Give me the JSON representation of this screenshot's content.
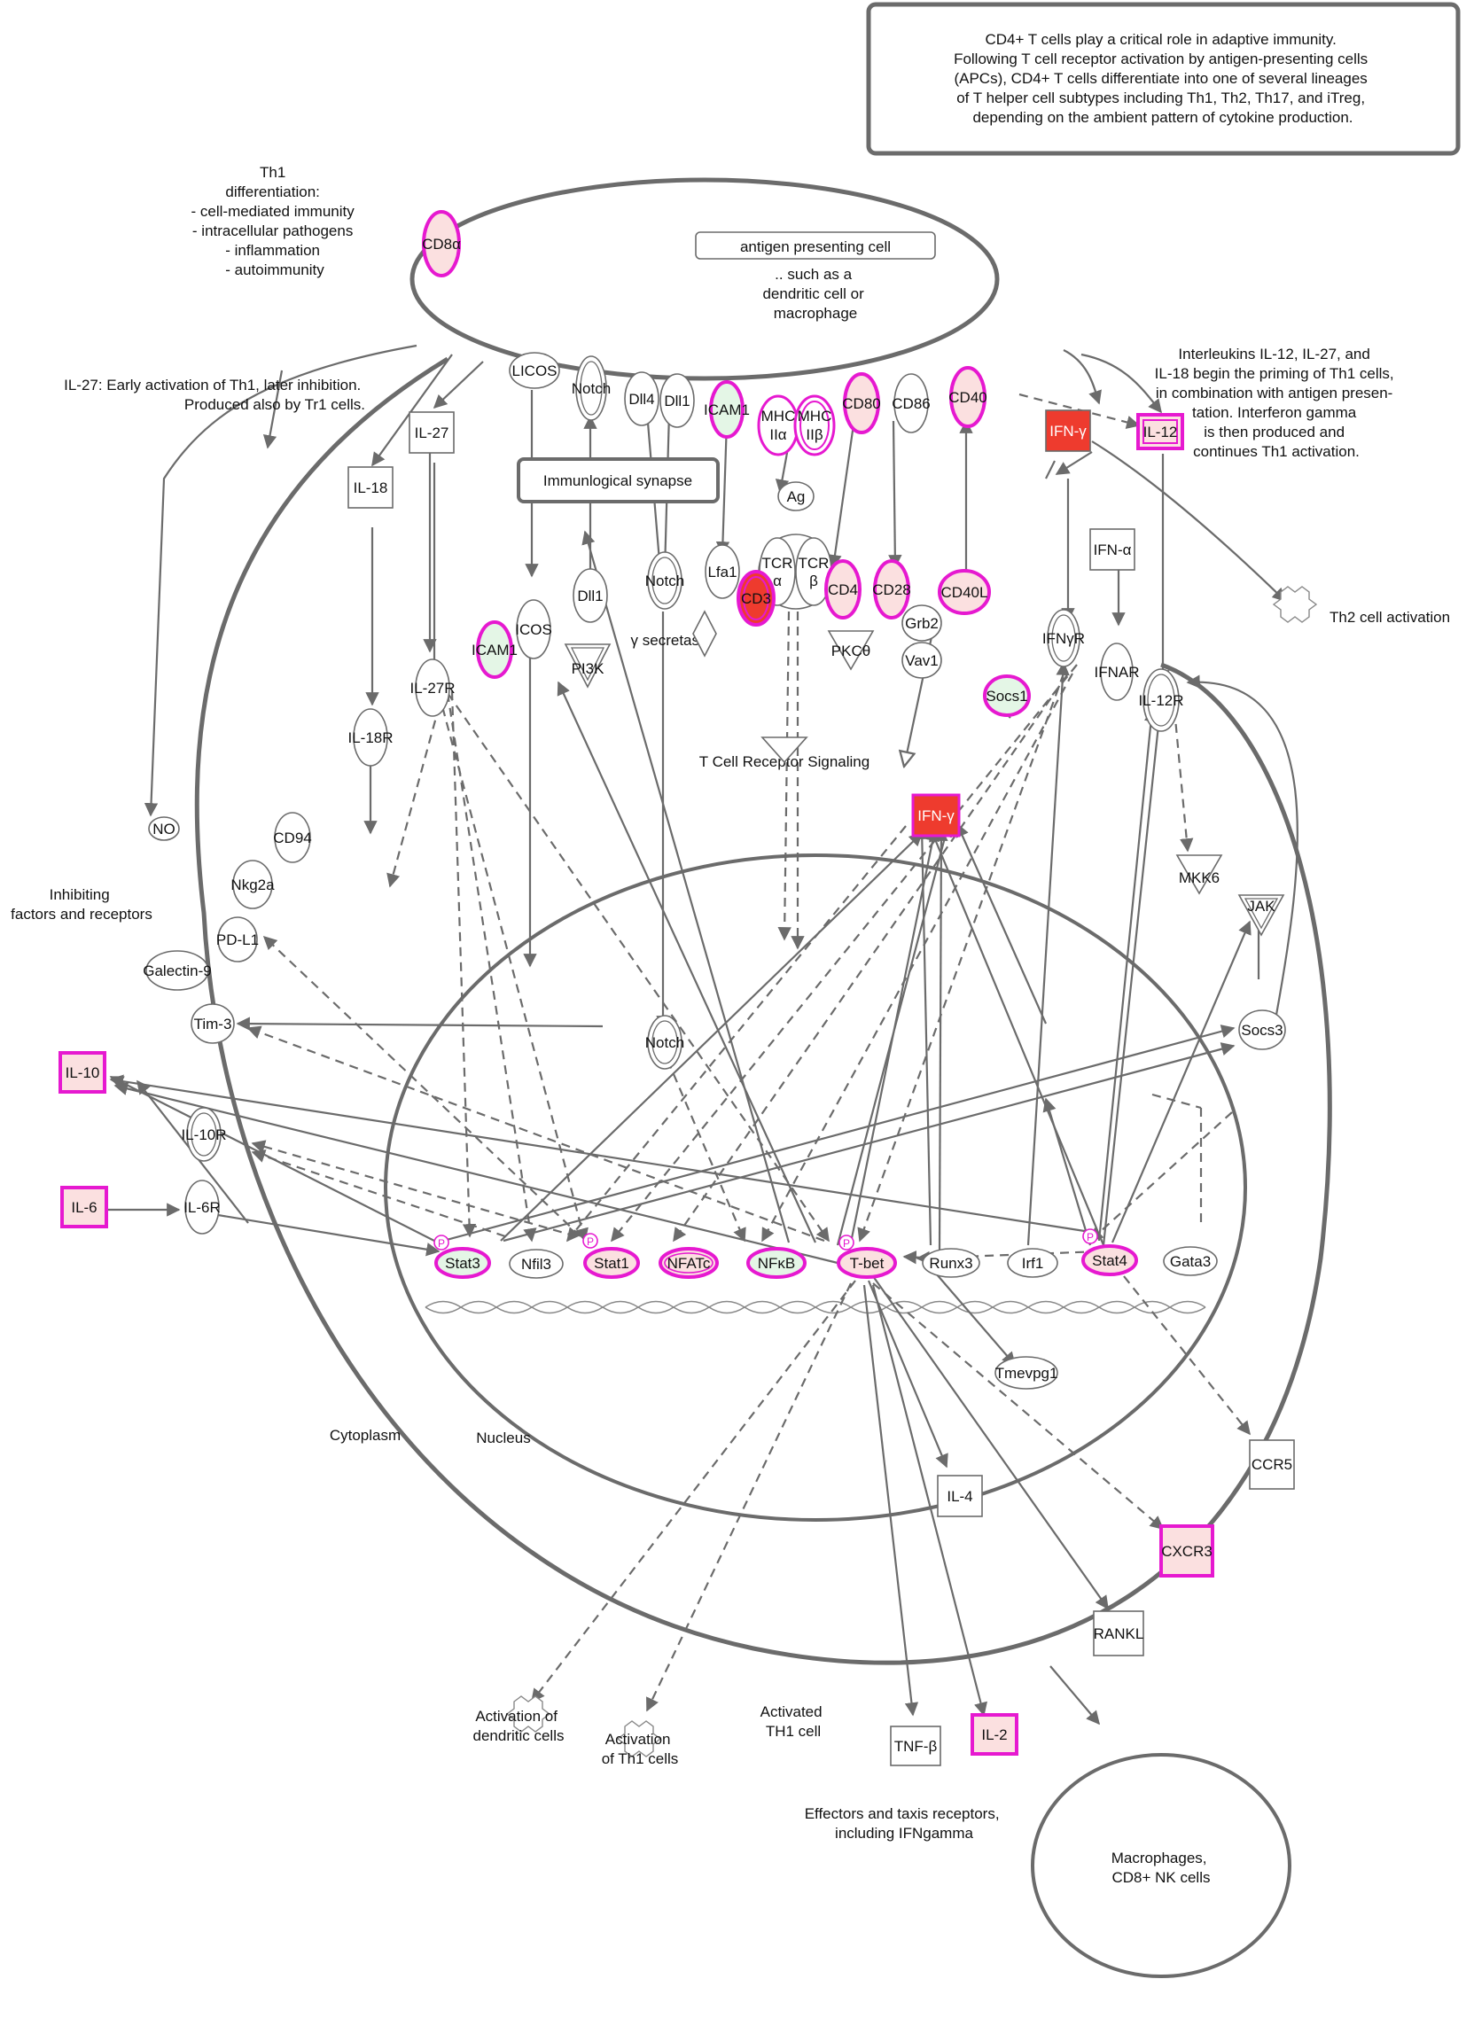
{
  "notes": {
    "intro": [
      "CD4+ T cells play a critical role in adaptive immunity.",
      "Following T cell receptor activation by antigen-presenting cells",
      "(APCs), CD4+ T cells differentiate into one of several lineages",
      "of T helper cell subtypes including Th1, Th2, Th17, and iTreg,",
      "depending on the ambient pattern of cytokine production."
    ],
    "th1": [
      "Th1",
      "differentiation:",
      "- cell-mediated immunity",
      "- intracellular pathogens",
      "- inflammation",
      "- autoimmunity"
    ],
    "il27": [
      "IL-27: Early activation of Th1, later inhibition.",
      "Produced also by Tr1 cells."
    ],
    "interleukins": [
      "Interleukins IL-12, IL-27, and",
      "IL-18 begin the priming of Th1 cells,",
      "in combination with antigen presen-",
      "tation. Interferon gamma",
      "is then produced and",
      "continues Th1 activation."
    ],
    "inhibiting": [
      "Inhibiting",
      "factors and receptors"
    ],
    "apc_title": "antigen presenting cell",
    "apc_sub": [
      ".. such as a",
      "dendritic cell or",
      "macrophage"
    ],
    "synapse": "Immunlogical synapse",
    "tcr_signaling": "T Cell Receptor Signaling",
    "cytoplasm": "Cytoplasm",
    "nucleus": "Nucleus",
    "activated": [
      "Activated",
      "TH1 cell"
    ],
    "effectors": [
      "Effectors and taxis receptors,",
      "including IFNgamma"
    ],
    "macrophages": [
      "Macrophages,",
      "CD8+ NK cells"
    ],
    "th2": "Th2 cell activation",
    "act_dc": [
      "Activation of",
      "dendritic cells"
    ],
    "act_th1": [
      "Activation",
      "of Th1 cells"
    ],
    "gamma_secretase": "γ secretase"
  },
  "nodes": {
    "cd8a": "CD8α",
    "licos": "LICOS",
    "notch_apc": "Notch",
    "dll4": "Dll4",
    "dll1_apc": "Dll1",
    "icam1_apc": "ICAM1",
    "mhc2a": [
      "MHC",
      "IIα"
    ],
    "mhc2b": [
      "MHC",
      "IIβ"
    ],
    "cd80": "CD80",
    "cd86": "CD86",
    "cd40": "CD40",
    "ifng_top": "IFN-γ",
    "il12": "IL-12",
    "il27": "IL-27",
    "il18": "IL-18",
    "ag": "Ag",
    "ifna": "IFN-α",
    "dll1": "Dll1",
    "notch_mem": "Notch",
    "lfa1": "Lfa1",
    "tcra": [
      "TCR",
      "α"
    ],
    "tcrb": [
      "TCR",
      "β"
    ],
    "cd3": "CD3",
    "cd4": "CD4",
    "cd28": "CD28",
    "cd40l": "CD40L",
    "grb2": "Grb2",
    "vav1": "Vav1",
    "pkct": "PKCθ",
    "ifngr": "IFNγR",
    "ifnar": "IFNAR",
    "il12r": "IL-12R",
    "icos": "ICOS",
    "icam1": "ICAM1",
    "pi3k": "PI3K",
    "il27r": "IL-27R",
    "il18r": "IL-18R",
    "socs1": "Socs1",
    "no": "NO",
    "ifng_mid": "IFN-γ",
    "cd94": "CD94",
    "nkg2a": "Nkg2a",
    "pdl1": "PD-L1",
    "galectin9": "Galectin-9",
    "tim3": "Tim-3",
    "mkk6": "MKK6",
    "jak": "JAK",
    "socs3": "Socs3",
    "notch_nuc": "Notch",
    "il10": "IL-10",
    "il10r": "IL-10R",
    "il6": "IL-6",
    "il6r": "IL-6R",
    "stat3": "Stat3",
    "nfil3": "Nfil3",
    "stat1": "Stat1",
    "nfatc": "NFATc",
    "nfkb": "NFκB",
    "tbet": "T-bet",
    "runx3": "Runx3",
    "irf1": "Irf1",
    "stat4": "Stat4",
    "gata3": "Gata3",
    "tmevpg1": "Tmevpg1",
    "il4": "IL-4",
    "ccr5": "CCR5",
    "cxcr3": "CXCR3",
    "rankl": "RANKL",
    "tnfb": "TNF-β",
    "il2": "IL-2",
    "p": "P"
  },
  "colors": {
    "edge": "#6b6b6b",
    "highlight": "#e619d0",
    "pink": "#fbe0e0",
    "green": "#e4f6e6",
    "red": "#ee3b2e"
  }
}
